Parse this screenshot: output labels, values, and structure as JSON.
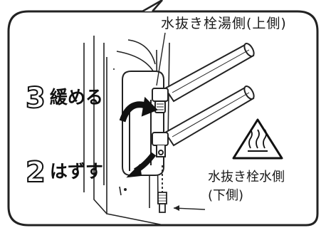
{
  "labels": {
    "hot_side": "水抜き栓湯側(上側)",
    "cold_side_line1": "水抜き栓水側",
    "cold_side_line2": "(下側)"
  },
  "steps": [
    {
      "number": "3",
      "text": "緩める"
    },
    {
      "number": "2",
      "text": "はずす"
    }
  ],
  "icons": {
    "hot_warning": "hot-surface-warning-icon"
  }
}
